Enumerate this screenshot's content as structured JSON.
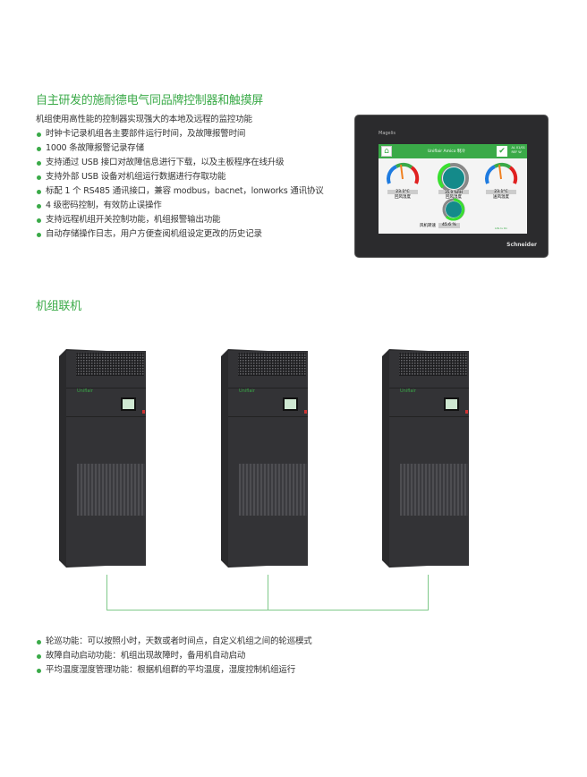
{
  "section1": {
    "title": "自主研发的施耐德电气同品牌控制器和触摸屏",
    "intro": "机组使用高性能的控制器实现强大的本地及远程的监控功能",
    "bullets": [
      "时钟卡记录机组各主要部件运行时间，及故障报警时间",
      "1000 条故障报警记录存储",
      "支持通过 USB 接口对故障信息进行下载，以及主板程序在线升级",
      "支持外部 USB 设备对机组运行数据进行存取功能",
      "标配 1 个 RS485 通讯接口，兼容 modbus，bacnet，lonworks 通讯协议",
      "4 级密码控制，有效防止误操作",
      "支持远程机组开关控制功能，机组报警输出功能",
      "自动存储操作日志，用户方便查阅机组设定更改的历史记录"
    ]
  },
  "screen": {
    "device_label": "Magelis",
    "header": "Uniflair Amico  制冷",
    "status": "AL 01/01\nREF W",
    "gauges": [
      {
        "value": "23.1°C",
        "label": "回风温度"
      },
      {
        "value": "35.9 %RH",
        "label": "回风湿度"
      },
      {
        "value": "23.1°C",
        "label": "送风温度"
      }
    ],
    "fan": {
      "label": "风机转速",
      "value": "45.6 %"
    },
    "footer_brand": "Life Is On",
    "bezel_brand": "Schneider"
  },
  "section2": {
    "title": "机组联机",
    "bullets": [
      "轮巡功能：可以按照小时，天数或者时间点，自定义机组之间的轮巡模式",
      "故障自动启动功能：机组出现故障时，备用机自动启动",
      "平均温度湿度管理功能：根据机组群的平均温度，湿度控制机组运行"
    ]
  },
  "colors": {
    "accent": "#3aaa48",
    "link_line": "#7fc98a"
  }
}
